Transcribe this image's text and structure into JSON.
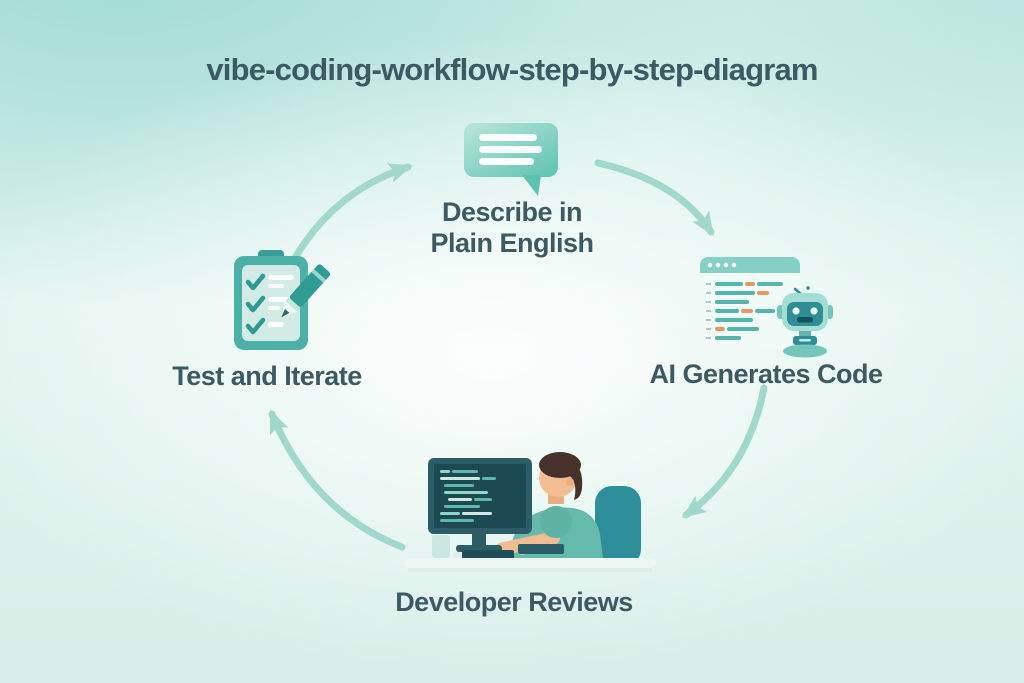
{
  "title": "vibe-coding-workflow-step-by-step-diagram",
  "cycle": {
    "type": "circular-workflow",
    "direction": "clockwise",
    "steps": [
      {
        "id": "describe",
        "label": "Describe in Plain English",
        "icon": "speech-bubble-icon",
        "position": "top"
      },
      {
        "id": "ai-generates",
        "label": "AI Generates Code",
        "icon": "robot-with-code-window-icon",
        "position": "right"
      },
      {
        "id": "developer-reviews",
        "label": "Developer Reviews",
        "icon": "developer-at-desk-illustration",
        "position": "bottom"
      },
      {
        "id": "test-iterate",
        "label": "Test and Iterate",
        "icon": "clipboard-checklist-pencil-icon",
        "position": "left"
      }
    ],
    "arrows": [
      {
        "from": "Test and Iterate",
        "to": "Describe in Plain English"
      },
      {
        "from": "Describe in Plain English",
        "to": "AI Generates Code"
      },
      {
        "from": "AI Generates Code",
        "to": "Developer Reviews"
      },
      {
        "from": "Developer Reviews",
        "to": "Test and Iterate"
      }
    ]
  },
  "colors": {
    "background_edge": "#9edad3",
    "title_text": "#3b5a63",
    "label_text": "#3d5a64",
    "arrow": "#9bd6ca",
    "icon_teal": "#4ab0a8",
    "icon_teal_dark": "#2f8d95",
    "icon_mint_light": "#d2ece5",
    "accent_orange": "#e8975c"
  }
}
